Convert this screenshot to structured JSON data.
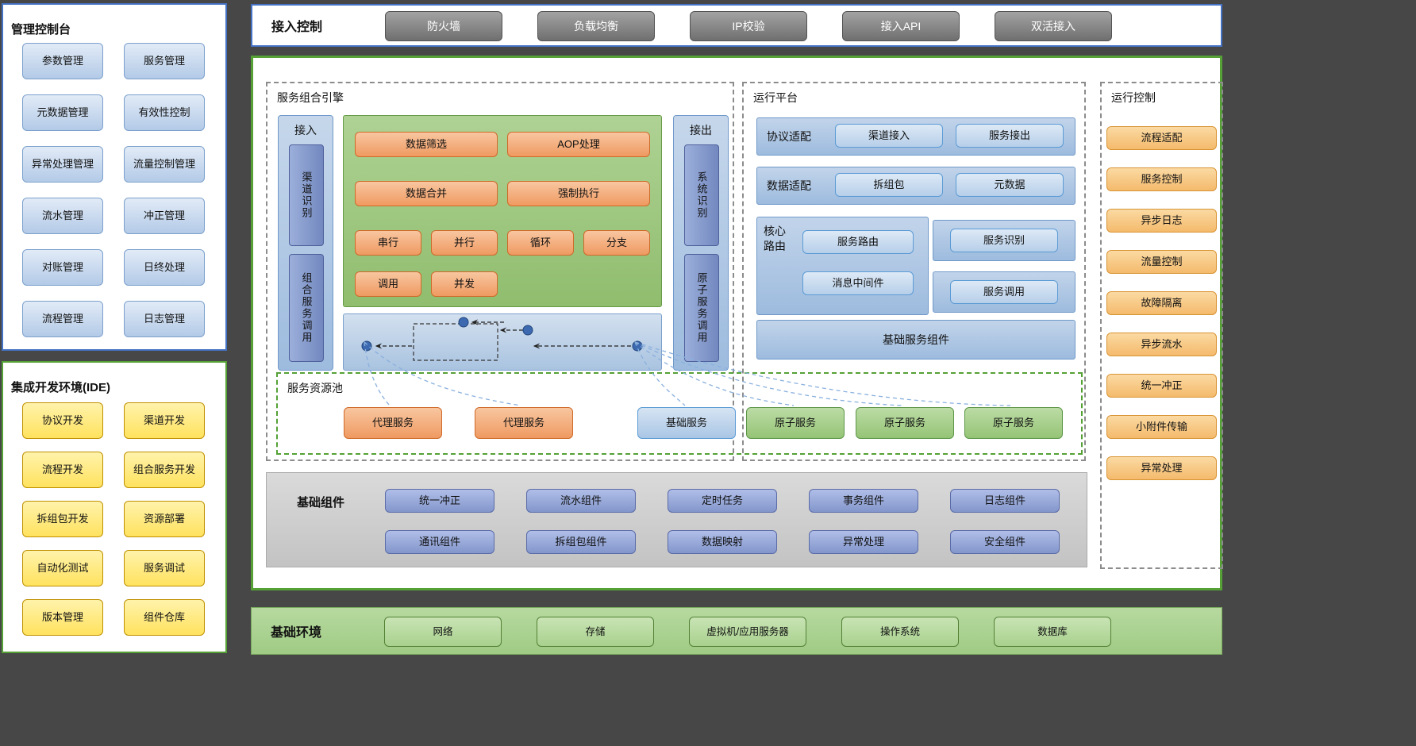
{
  "colors": {
    "background": "#474747",
    "blue_accent": "#4472c4",
    "green_accent": "#55a136",
    "orange_accent": "#ed7d31",
    "yellow_accent": "#ffe25e",
    "gray_button": "#808080"
  },
  "management_console": {
    "title": "管理控制台",
    "left": [
      "参数管理",
      "元数据管理",
      "异常处理管理",
      "流水管理",
      "对账管理",
      "流程管理"
    ],
    "right": [
      "服务管理",
      "有效性控制",
      "流量控制管理",
      "冲正管理",
      "日终处理",
      "日志管理"
    ]
  },
  "ide": {
    "title": "集成开发环境(IDE)",
    "left": [
      "协议开发",
      "流程开发",
      "拆组包开发",
      "自动化测试",
      "版本管理"
    ],
    "right": [
      "渠道开发",
      "组合服务开发",
      "资源部署",
      "服务调试",
      "组件仓库"
    ]
  },
  "access_control": {
    "title": "接入控制",
    "items": [
      "防火墙",
      "负载均衡",
      "IP校验",
      "接入API",
      "双活接入"
    ]
  },
  "engine": {
    "title": "服务组合引擎",
    "inlet_label": "接入",
    "inlet_items": [
      "渠道识别",
      "组合服务调用"
    ],
    "outlet_label": "接出",
    "outlet_items": [
      "系统识别",
      "原子服务调用"
    ],
    "op_rows": [
      {
        "items": [
          "数据筛选",
          "AOP处理"
        ]
      },
      {
        "items": [
          "数据合并",
          "强制执行"
        ]
      },
      {
        "items": [
          "串行",
          "并行",
          "循环",
          "分支"
        ]
      },
      {
        "items": [
          "调用",
          "并发"
        ]
      }
    ]
  },
  "pool": {
    "title": "服务资源池",
    "items": [
      {
        "label": "代理服务",
        "type": "orange"
      },
      {
        "label": "代理服务",
        "type": "orange"
      },
      {
        "label": "基础服务",
        "type": "blue"
      },
      {
        "label": "原子服务",
        "type": "green"
      },
      {
        "label": "原子服务",
        "type": "green"
      },
      {
        "label": "原子服务",
        "type": "green"
      }
    ]
  },
  "platform": {
    "title": "运行平台",
    "row1_label": "协议适配",
    "row1_items": [
      "渠道接入",
      "服务接出"
    ],
    "row2_label": "数据适配",
    "row2_items": [
      "拆组包",
      "元数据"
    ],
    "core_label": "核心路由",
    "core_items": [
      "服务路由",
      "消息中间件"
    ],
    "side_items": [
      "服务识别",
      "服务调用"
    ],
    "bottom_label": "基础服务组件"
  },
  "runtime_control": {
    "title": "运行控制",
    "items": [
      "流程适配",
      "服务控制",
      "异步日志",
      "流量控制",
      "故障隔离",
      "异步流水",
      "统一冲正",
      "小附件传输",
      "异常处理"
    ]
  },
  "components": {
    "title": "基础组件",
    "row1": [
      "统一冲正",
      "流水组件",
      "定时任务",
      "事务组件",
      "日志组件"
    ],
    "row2": [
      "通讯组件",
      "拆组包组件",
      "数据映射",
      "异常处理",
      "安全组件"
    ]
  },
  "environment": {
    "title": "基础环境",
    "items": [
      "网络",
      "存储",
      "虚拟机/应用服务器",
      "操作系统",
      "数据库"
    ]
  }
}
